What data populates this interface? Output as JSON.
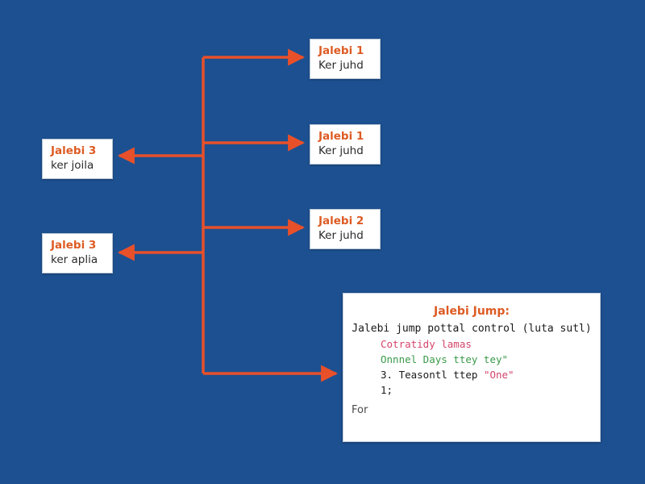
{
  "canvas": {
    "background": "#1d5090",
    "accent": "#e8502a",
    "title_color": "#dd5b23"
  },
  "nodes": [
    {
      "id": "r1",
      "title": "Jalebi 1",
      "subtitle": "Ker juhd"
    },
    {
      "id": "r2",
      "title": "Jalebi 1",
      "subtitle": "Ker juhd"
    },
    {
      "id": "r3",
      "title": "Jalebi 2",
      "subtitle": "Ker juhd"
    },
    {
      "id": "l1",
      "title": "Jalebi 3",
      "subtitle": "ker joila"
    },
    {
      "id": "l2",
      "title": "Jalebi 3",
      "subtitle": "ker aplia"
    }
  ],
  "code_panel": {
    "title": "Jalebi Jump:",
    "lead": "Jalebi jump pottal control (luta sutl)",
    "line_pink": "Cotratidy lamas",
    "line_green": "Onnnel Days ttey tey\"",
    "line_num_prefix": "3. Teasontl ttep ",
    "line_num_quoted": "\"One\"",
    "line_semi": "1;",
    "footer": "For"
  }
}
